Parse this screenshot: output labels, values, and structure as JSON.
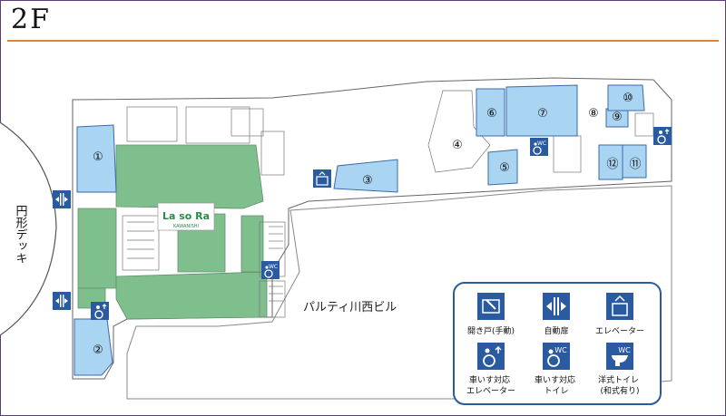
{
  "floor": "2F",
  "logo": {
    "name": "La so Ra",
    "sub": "KAWANISHI"
  },
  "labels": {
    "deck": "円形デッキ",
    "building": "パルティ川西ビル"
  },
  "rooms": [
    "①",
    "②",
    "③",
    "④",
    "⑤",
    "⑥",
    "⑦",
    "⑧",
    "⑨",
    "⑩",
    "⑪",
    "⑫"
  ],
  "colors": {
    "store": "#a9d4f2",
    "common": "#7fbf8e",
    "icon": "#2a5aa0",
    "accent": "#e0872a"
  },
  "legend": [
    {
      "icon": "hinged-door-icon",
      "label": "開き戸(手動)"
    },
    {
      "icon": "automatic-door-icon",
      "label": "自動扉"
    },
    {
      "icon": "elevator-icon",
      "label": "エレベーター"
    },
    {
      "icon": "wheelchair-elevator-icon",
      "label": "車いす対応\nエレベーター"
    },
    {
      "icon": "wheelchair-toilet-icon",
      "label": "車いす対応\nトイレ"
    },
    {
      "icon": "western-toilet-icon",
      "label": "洋式トイレ\n(和式有り)"
    }
  ]
}
